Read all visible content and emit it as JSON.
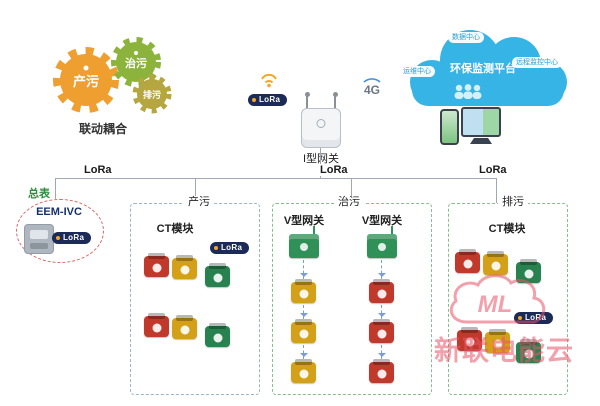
{
  "gears": {
    "produce": "产污",
    "treat": "治污",
    "discharge": "排污",
    "caption": "联动耦合"
  },
  "gateway": {
    "label": "I型网关",
    "lora": "LoRa"
  },
  "network": {
    "g4": "4G"
  },
  "cloud": {
    "platform": "环保监测平台",
    "data_center": "数据中心",
    "ops_center": "运维中心",
    "remote_center": "远程监控中心"
  },
  "bus": {
    "lora_left": "LoRa",
    "lora_center": "LoRa",
    "lora_right": "LoRa"
  },
  "meter": {
    "title": "总表",
    "model": "EEM-IVC",
    "lora": "LoRa"
  },
  "box_produce": {
    "title": "产污",
    "module_label": "CT模块",
    "lora": "LoRa"
  },
  "box_treat": {
    "title": "治污",
    "gateway_left_label": "V型网关",
    "gateway_right_label": "V型网关"
  },
  "box_discharge": {
    "title": "排污",
    "module_label": "CT模块",
    "lora": "LoRa"
  },
  "watermark": {
    "logo": "ML",
    "brand": "新联电能云"
  },
  "colors": {
    "module_red": "#c0392b",
    "module_yellow": "#d4a017",
    "module_green": "#27824f",
    "gateway_green": "#2f9158",
    "cloud_blue": "#35b4e5",
    "lora_navy": "#1b2a56",
    "watermark_red": "#e8556a",
    "gear_orange": "#ef9f30",
    "gear_green": "#8cb43c",
    "gear_olive": "#b5a642",
    "ellipse_red": "#e06666"
  }
}
